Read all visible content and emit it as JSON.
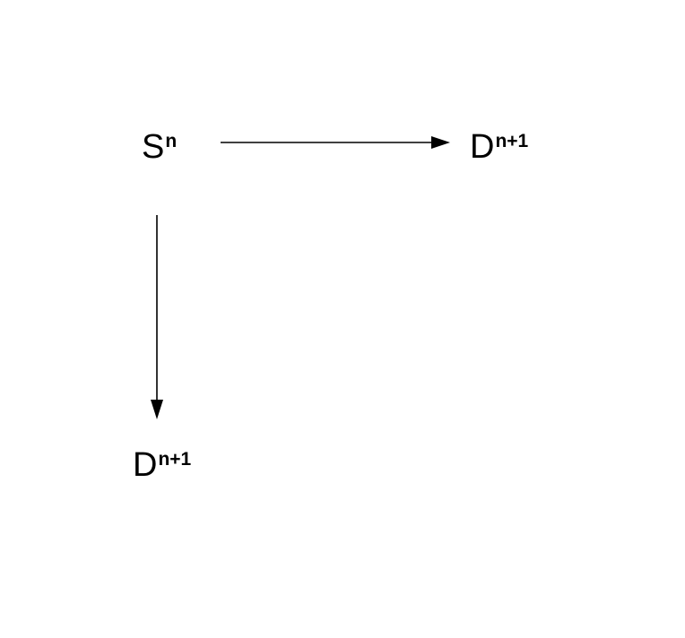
{
  "nodes": {
    "source": {
      "base": "S",
      "superscript": "n"
    },
    "target_right": {
      "base": "D",
      "superscript": "n+1"
    },
    "target_bottom": {
      "base": "D",
      "superscript": "n+1"
    }
  },
  "edges": [
    {
      "from": "source",
      "to": "target_right",
      "direction": "right"
    },
    {
      "from": "source",
      "to": "target_bottom",
      "direction": "down"
    }
  ],
  "colors": {
    "background": "#ffffff",
    "stroke": "#000000"
  }
}
